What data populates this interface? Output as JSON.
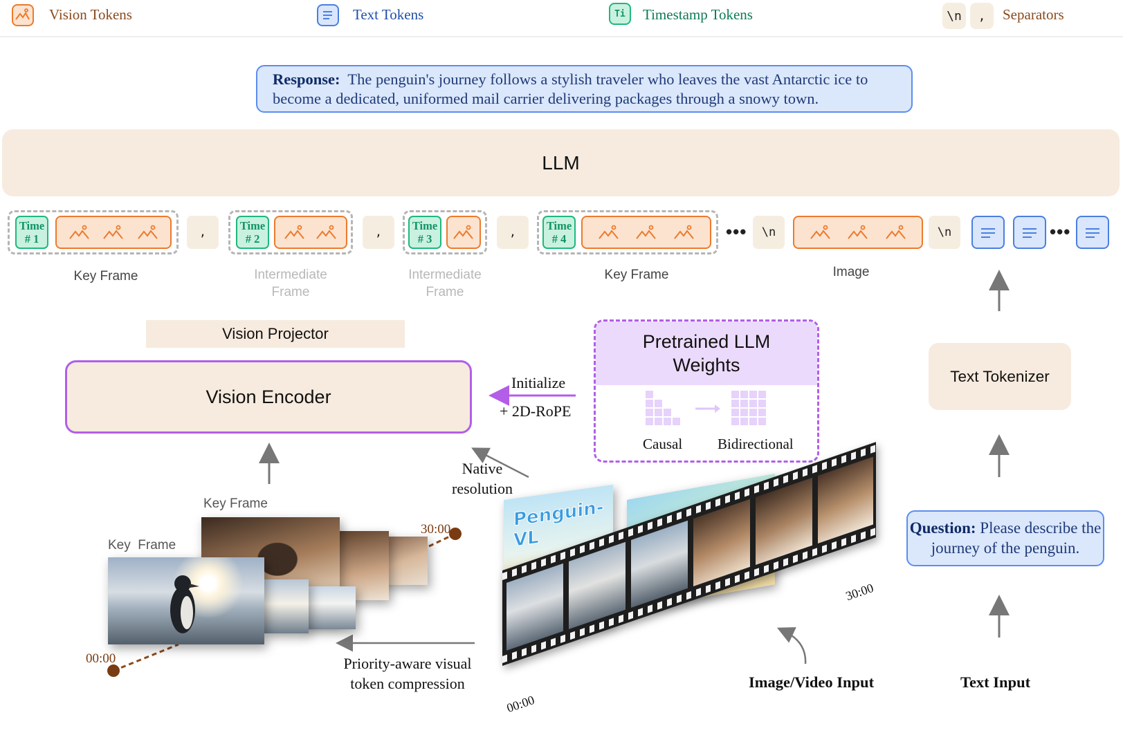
{
  "legend": {
    "vision_tokens": "Vision Tokens",
    "text_tokens": "Text Tokens",
    "timestamp_icon": "Ti",
    "timestamp_tokens": "Timestamp Tokens",
    "sep_newline": "\\n",
    "sep_comma": ",",
    "separators": "Separators"
  },
  "response": {
    "label": "Response:",
    "text": "The penguin's journey follows a stylish traveler who leaves the vast Antarctic ice to become a dedicated, uniformed mail carrier delivering packages through a snowy town."
  },
  "llm": {
    "label": "LLM"
  },
  "tokens": {
    "time1": "Time # 1",
    "time2": "Time # 2",
    "time3": "Time # 3",
    "time4": "Time # 4",
    "comma": ",",
    "newline": "\\n",
    "ellipsis": "•••",
    "labels": {
      "key_frame_1": "Key Frame",
      "intermediate_1": "Intermediate Frame",
      "intermediate_2": "Intermediate Frame",
      "key_frame_2": "Key Frame",
      "image": "Image"
    }
  },
  "vision_projector": "Vision Projector",
  "vision_encoder": "Vision Encoder",
  "initialize": "Initialize",
  "rope": "+ 2D-RoPE",
  "pretrained": {
    "title": "Pretrained LLM Weights",
    "causal": "Causal",
    "bidirectional": "Bidirectional"
  },
  "text_tokenizer": "Text Tokenizer",
  "question": {
    "label": "Question:",
    "text": "Please describe the journey of the penguin."
  },
  "native_resolution": "Native resolution",
  "key_frame_top": "Key Frame",
  "key_frame_left": "Key  Frame",
  "time_start": "00:00",
  "time_end": "30:00",
  "compression": "Priority-aware visual token compression",
  "filmstrip_start": "00:00",
  "filmstrip_end": "30:00",
  "poster_title": "Penguin-VL",
  "image_video_input": "Image/Video Input",
  "text_input": "Text Input",
  "colors": {
    "vision": "#ec7a2d",
    "text": "#4a7fe0",
    "timestamp": "#1fb77e",
    "encoder_border": "#b25ee8",
    "box_fill": "#f6ebde"
  }
}
